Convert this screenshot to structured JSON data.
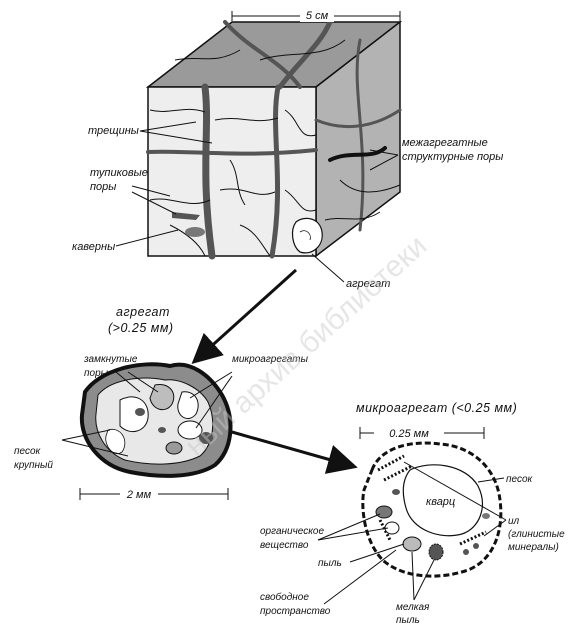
{
  "watermark": "ный архив библиотеки",
  "cube": {
    "scale_label": "5 см",
    "labels": {
      "cracks": "трещины",
      "dead_end_pores_1": "тупиковые",
      "dead_end_pores_2": "поры",
      "caverns": "каверны",
      "inter_aggregate_1": "межагрегатные",
      "inter_aggregate_2": "структурные поры",
      "aggregate": "агрегат"
    }
  },
  "aggregate": {
    "title_1": "агрегат",
    "title_2": "(>0.25 мм)",
    "scale_label": "2 мм",
    "labels": {
      "closed_pores_1": "замкнутые",
      "closed_pores_2": "поры",
      "microaggregates": "микроагрегаты",
      "coarse_sand_1": "песок",
      "coarse_sand_2": "крупный"
    }
  },
  "microaggregate": {
    "title": "микроагрегат (<0.25 мм)",
    "scale_label": "0.25 мм",
    "labels": {
      "sand": "песок",
      "quartz": "кварц",
      "silt_1": "ил",
      "silt_2": "(глинистые",
      "silt_3": "минералы)",
      "organic_1": "органическое",
      "organic_2": "вещество",
      "dust": "пыль",
      "free_space_1": "свободное",
      "free_space_2": "пространство",
      "fine_dust_1": "мелкая",
      "fine_dust_2": "пыль"
    }
  }
}
